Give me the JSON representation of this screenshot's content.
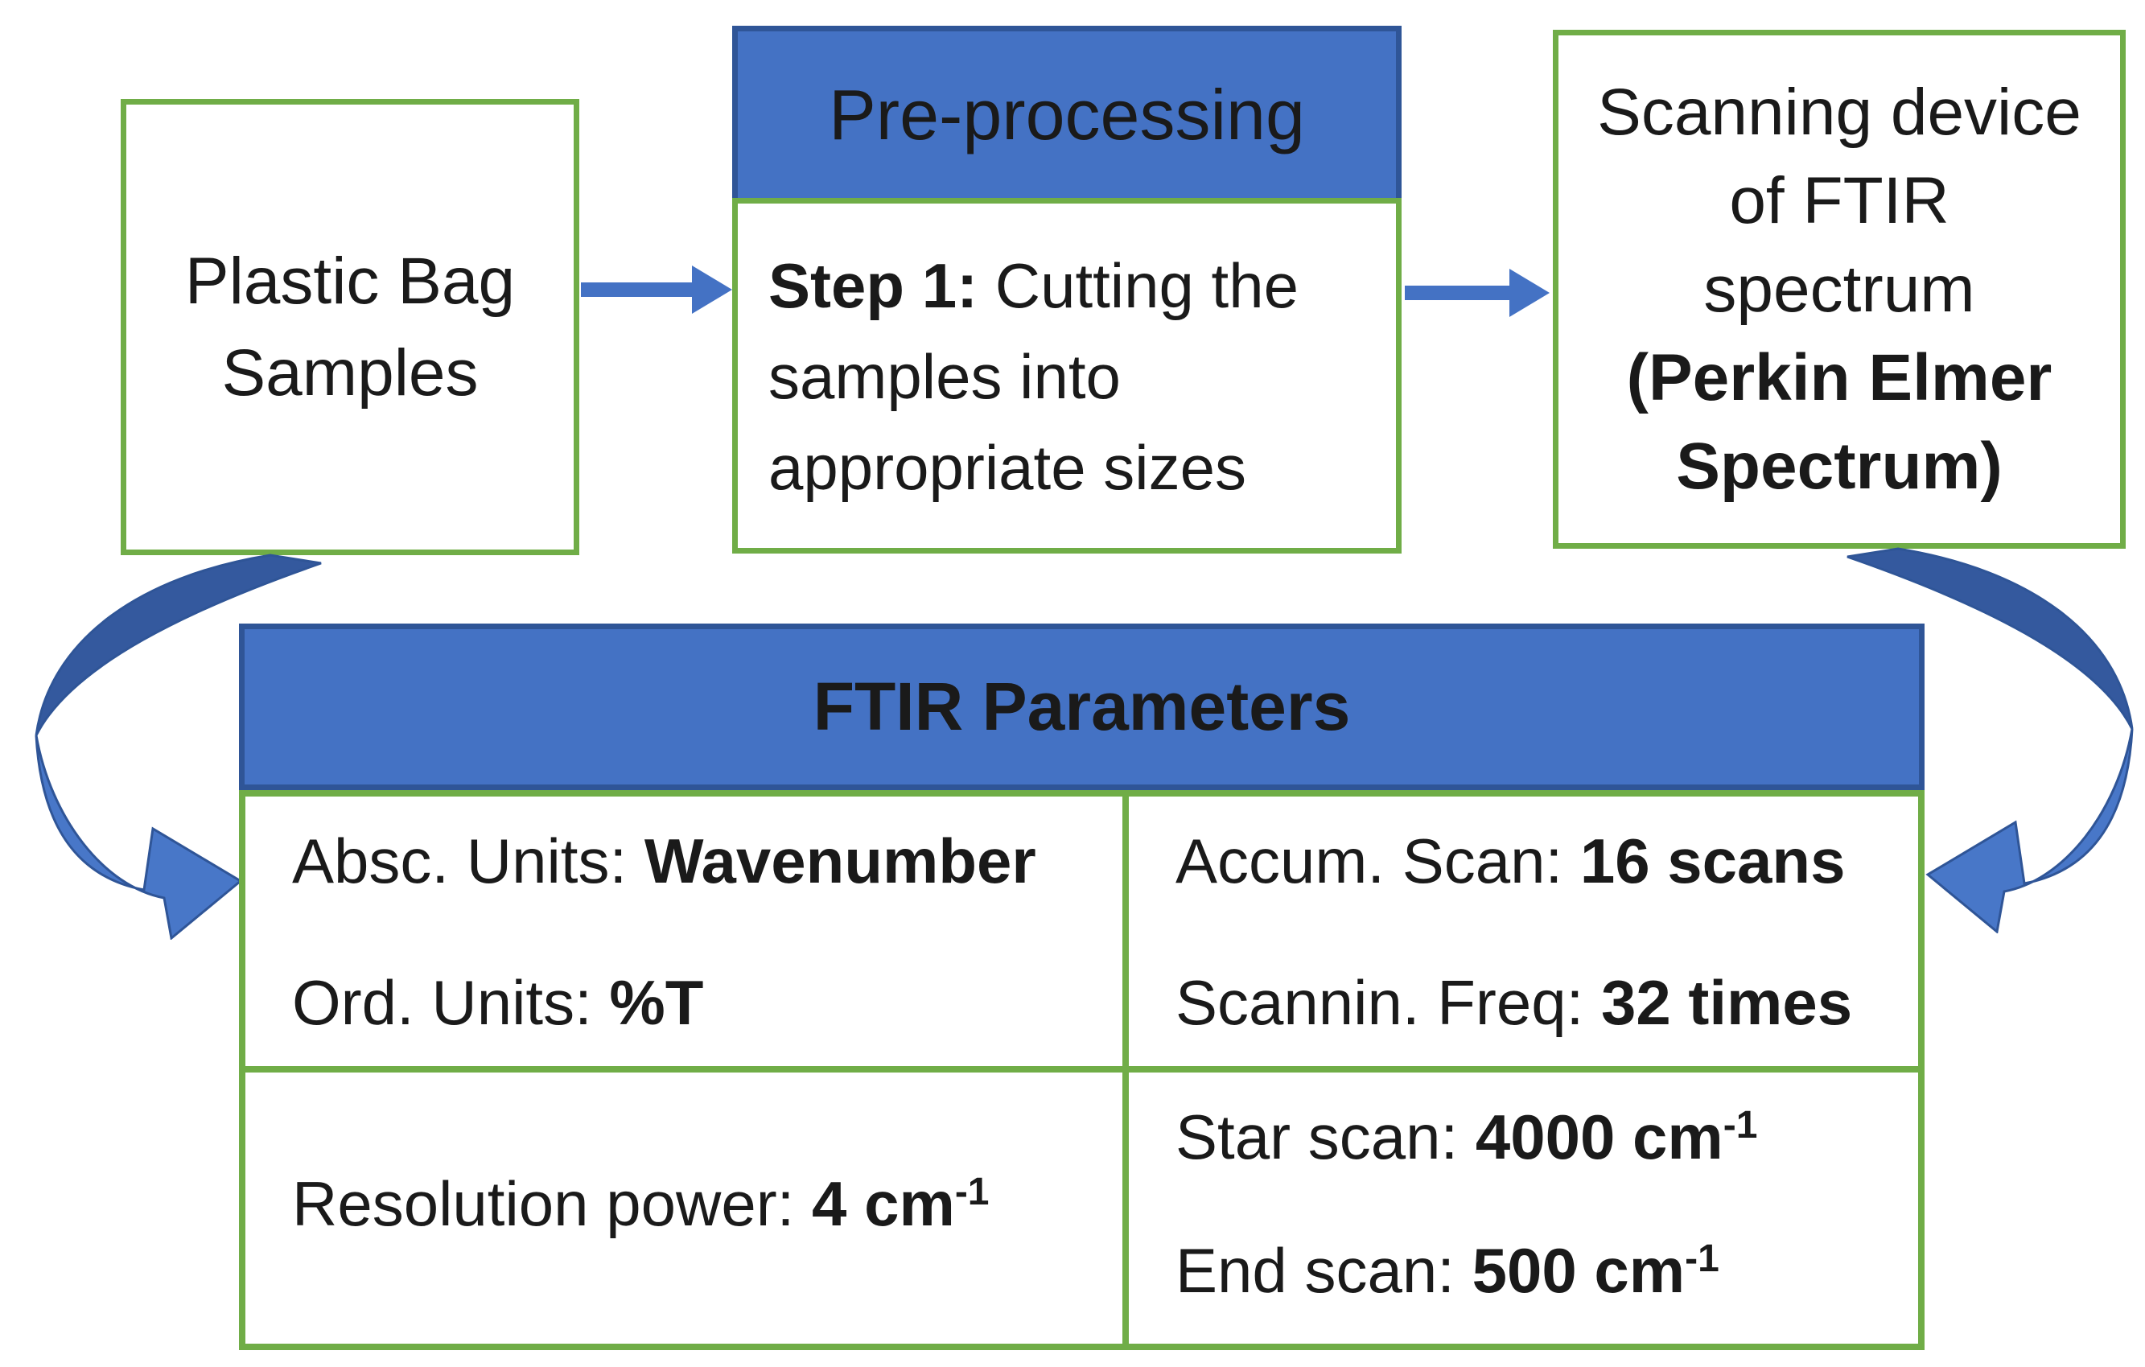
{
  "colors": {
    "green_border": "#70AD47",
    "blue_fill": "#4472C4",
    "blue_border": "#2F5597",
    "arrow_dark": "#34599E",
    "arrow_light": "#4877C8",
    "text": "#1A1A1A"
  },
  "flow": {
    "plastic_box": {
      "line1": "Plastic Bag",
      "line2": "Samples"
    },
    "preprocess_box": {
      "header": "Pre-processing",
      "step1_bold": "Step 1:",
      "step1_rest": " Cutting the",
      "line2": "samples into",
      "line3": "appropriate sizes"
    },
    "scanning_box": {
      "line1": "Scanning device",
      "line2": "of FTIR",
      "line3": "spectrum",
      "line4_bold": "(Perkin Elmer",
      "line5_bold": "Spectrum)"
    }
  },
  "params": {
    "title": "FTIR Parameters",
    "absc_label": "Absc. Units: ",
    "absc_value": "Wavenumber",
    "ord_label": "Ord. Units: ",
    "ord_value": "%T",
    "accum_label": "Accum. Scan: ",
    "accum_value": "16 scans",
    "freq_label": "Scannin. Freq: ",
    "freq_value": "32 times",
    "res_label": "Resolution power: ",
    "res_value": "4 cm",
    "res_sup": "-1",
    "start_label": "Star scan: ",
    "start_value": "4000 cm",
    "start_sup": "-1",
    "end_label": "End scan: ",
    "end_value": "500 cm",
    "end_sup": "-1"
  }
}
